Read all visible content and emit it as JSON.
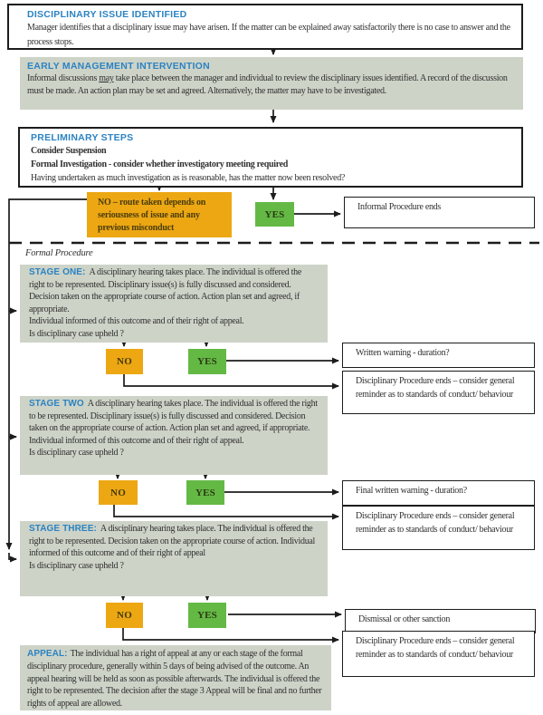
{
  "colors": {
    "heading_blue": "#2b83c2",
    "box_gray": "#ced3c8",
    "no_orange": "#eca713",
    "yes_green": "#64b945",
    "ink": "#1c1c1c"
  },
  "issue": {
    "title": "DISCIPLINARY ISSUE IDENTIFIED",
    "body": "Manager identifies that a disciplinary issue may have arisen. If the matter can be explained away satisfactorily there is no case to answer and the process stops."
  },
  "intervention": {
    "title": "EARLY MANAGEMENT INTERVENTION",
    "body_pre": "Informal discussions ",
    "body_underline": "may",
    "body_post": " take place between the manager and individual to review the disciplinary issues identified. A record of the discussion must be made. An action plan may be set and agreed. Alternatively, the matter may have to be investigated."
  },
  "preliminary": {
    "title": "PRELIMINARY STEPS",
    "bold_line1": "Consider Suspension",
    "bold_line2": "Formal Investigation - consider whether investigatory meeting required",
    "question": "Having undertaken as much investigation as is reasonable, has the matter now been resolved?"
  },
  "gate": {
    "no_label": "NO – route taken depends on seriousness of issue and any previous misconduct",
    "yes_label": "YES",
    "yes_outcome": "Informal Procedure ends"
  },
  "formal_label": "Formal Procedure",
  "stage_one": {
    "label": "STAGE ONE:",
    "body": "A disciplinary hearing takes place. The individual is offered the right to be represented. Disciplinary issue(s) is fully discussed and considered. Decision taken on the appropriate course of action. Action plan set and agreed, if appropriate.",
    "body2": "Individual informed of this outcome and of their right of appeal.",
    "question": "Is disciplinary case upheld ?",
    "no_label": "NO",
    "yes_label": "YES",
    "yes_outcome": "Written warning - duration?",
    "no_outcome": "Disciplinary Procedure ends – consider general reminder as to standards of conduct/ behaviour"
  },
  "stage_two": {
    "label": "STAGE TWO",
    "body": "A disciplinary hearing takes place. The individual is offered the right to be represented. Disciplinary issue(s) is fully discussed and considered. Decision taken on the appropriate course of action. Action plan set and agreed, if appropriate. Individual informed of this outcome and of their right of appeal.",
    "body2": "",
    "question": "Is disciplinary case upheld ?",
    "no_label": "NO",
    "yes_label": "YES",
    "yes_outcome": "Final written warning - duration?",
    "no_outcome": "Disciplinary Procedure ends – consider general reminder as to standards of conduct/ behaviour"
  },
  "stage_three": {
    "label": "STAGE THREE:",
    "body": "A disciplinary hearing takes place. The individual is offered the right to be represented.  Decision taken on the appropriate course of action. Individual informed of this outcome and of their right of appeal",
    "body2": "",
    "question": "Is disciplinary case upheld ?",
    "no_label": "NO",
    "yes_label": "YES",
    "yes_outcome": "Dismissal or other sanction",
    "no_outcome": "Disciplinary Procedure ends – consider general reminder as to standards of conduct/ behaviour"
  },
  "appeal": {
    "label": "APPEAL:",
    "body": "The individual has a right of appeal at any or each stage of the formal disciplinary procedure, generally within 5 days of being advised of the outcome. An appeal hearing will be held as soon as possible afterwards. The individual is offered the right to be represented. The decision after the stage 3 Appeal will be final and no further rights of appeal are allowed."
  }
}
